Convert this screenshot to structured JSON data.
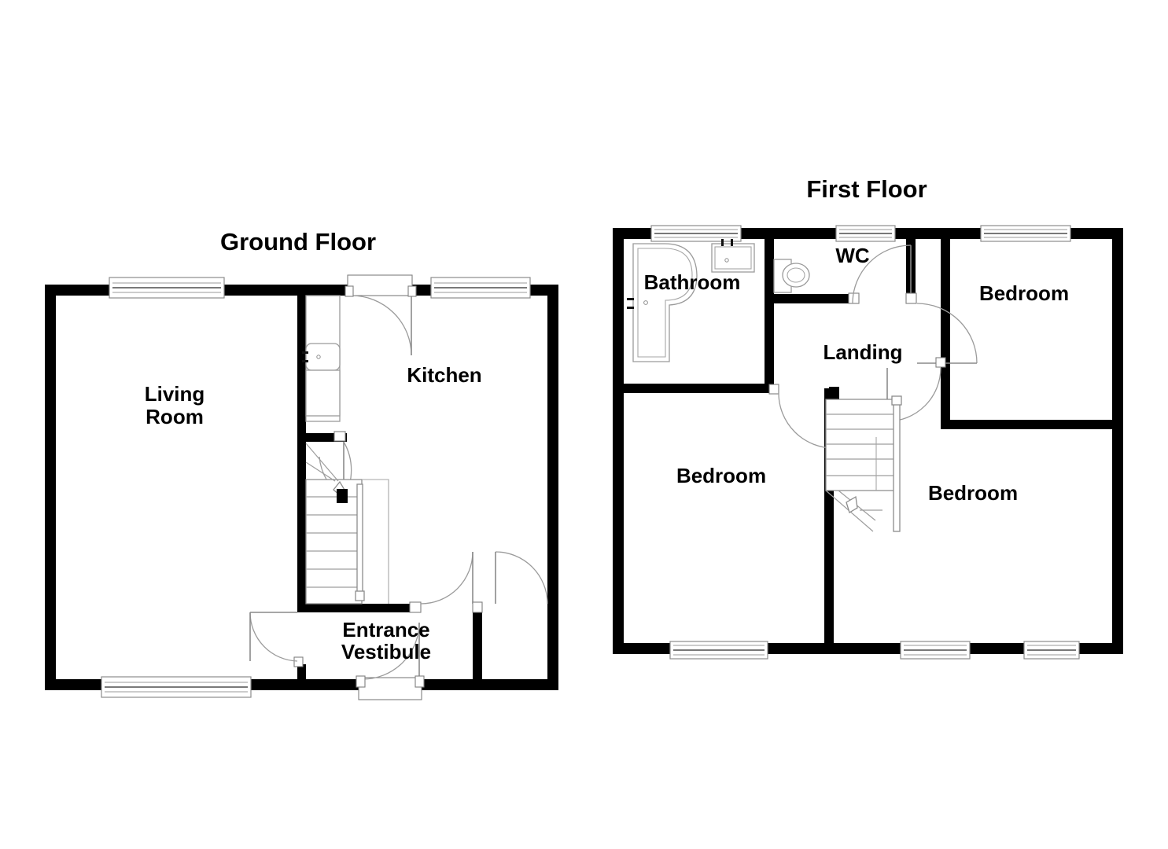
{
  "document": {
    "type": "residential-floor-plan",
    "floor_count": 2
  },
  "floors": [
    {
      "id": "ground",
      "title": "Ground Floor",
      "rooms": [
        {
          "name": "Living Room",
          "label_line_1": "Living",
          "label_line_2": "Room"
        },
        {
          "name": "Kitchen",
          "label_line_1": "Kitchen",
          "label_line_2": ""
        },
        {
          "name": "Entrance Vestibule",
          "label_line_1": "Entrance",
          "label_line_2": "Vestibule"
        }
      ],
      "features": {
        "windows": 4,
        "doors": 5,
        "staircase": 1,
        "sink": 1
      }
    },
    {
      "id": "first",
      "title": "First Floor",
      "rooms": [
        {
          "name": "Bathroom",
          "label_line_1": "Bathroom",
          "label_line_2": ""
        },
        {
          "name": "WC",
          "label_line_1": "WC",
          "label_line_2": ""
        },
        {
          "name": "Landing",
          "label_line_1": "Landing",
          "label_line_2": ""
        },
        {
          "name": "Bedroom 1",
          "label_line_1": "Bedroom",
          "label_line_2": ""
        },
        {
          "name": "Bedroom 2",
          "label_line_1": "Bedroom",
          "label_line_2": ""
        },
        {
          "name": "Bedroom 3",
          "label_line_1": "Bedroom",
          "label_line_2": ""
        }
      ],
      "features": {
        "windows": 6,
        "doors": 4,
        "staircase": 1,
        "bath": 1,
        "wash_basin": 1,
        "toilet": 1
      }
    }
  ],
  "labels": {
    "ground_title": "Ground Floor",
    "first_title": "First Floor",
    "living": "Living",
    "room": "Room",
    "kitchen": "Kitchen",
    "entrance": "Entrance",
    "vestibule": "Vestibule",
    "bathroom": "Bathroom",
    "wc": "WC",
    "landing": "Landing",
    "bedroom_top_right": "Bedroom",
    "bedroom_bottom_left": "Bedroom",
    "bedroom_bottom_right": "Bedroom"
  },
  "colors": {
    "wall": "#000000",
    "background": "#ffffff",
    "fixture_stroke": "#9a9a9a",
    "text": "#000000"
  }
}
